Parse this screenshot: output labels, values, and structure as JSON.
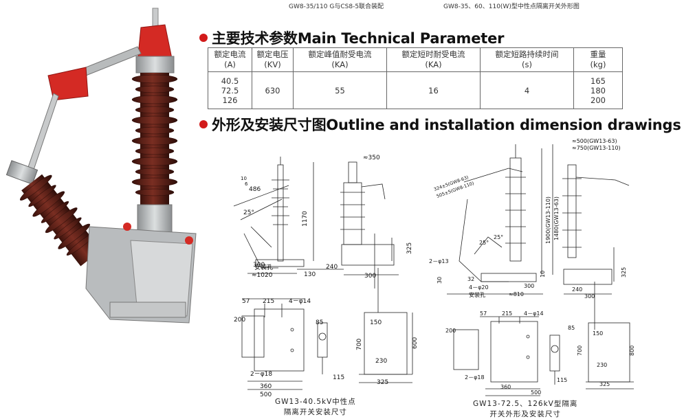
{
  "top_captions": {
    "left": "GW8-35/110 G与CS8-5联合装配",
    "right": "GW8-35、60、110(W)型中性点隔离开关外形图"
  },
  "section1": {
    "cn": "主要技术参数",
    "en": "Main Technical Parameter"
  },
  "section2": {
    "cn": "外形及安装尺寸图",
    "en": "Outline and installation dimension drawings"
  },
  "table": {
    "headers": [
      {
        "cn": "额定电流",
        "unit": "(A)"
      },
      {
        "cn": "额定电压",
        "unit": "(KV)"
      },
      {
        "cn": "额定峰值耐受电流",
        "unit": "(KA)"
      },
      {
        "cn": "额定短时耐受电流",
        "unit": "(KA)"
      },
      {
        "cn": "额定短路持续时间",
        "unit": "(s)"
      },
      {
        "cn": "重量",
        "unit": "(kg)"
      }
    ],
    "row": {
      "current": [
        "40.5",
        "72.5",
        "126"
      ],
      "voltage": "630",
      "peak": "55",
      "short_time": "16",
      "duration": "4",
      "weight": [
        "165",
        "180",
        "200"
      ]
    }
  },
  "drawing1": {
    "dims": {
      "d10": "10",
      "d6": "6",
      "d486": "486",
      "d25": "25°",
      "d1170": "1170",
      "d300": "300",
      "mount": "安装孔",
      "d1020": "≈1020",
      "d130": "130",
      "d240": "240",
      "d350": "≈350",
      "d300b": "300",
      "d325": "325",
      "d57": "57",
      "d215": "215",
      "d4phi14": "4－φ14",
      "d200": "200",
      "d85": "85",
      "d150": "150",
      "d700": "700",
      "d600": "600",
      "d230": "230",
      "d2phi18": "2－φ18",
      "d360": "360",
      "d500": "500",
      "d115": "115",
      "d325b": "325"
    },
    "caption": [
      "GW13-40.5kV中性点",
      "隔离开关安装尺寸"
    ]
  },
  "drawing2": {
    "dims": {
      "d500gw": "≈500(GW13-63)",
      "d750gw": "≈750(GW13-110)",
      "d324": "324±5(GW8-63)",
      "d505": "505±5(GW8-110)",
      "d1900": "1900(GW13-110)",
      "d1480": "1480(GW13-63)",
      "d25a": "25°",
      "d25b": "25°",
      "d2phi13": "2－φ13",
      "d30": "30",
      "d32": "32",
      "d4phi20": "4－φ20",
      "mount": "安装孔",
      "d810": "≈810",
      "d300": "300",
      "d10": "10",
      "d240": "240",
      "d300b": "300",
      "d325": "325",
      "d57": "57",
      "d215": "215",
      "d4phi14": "4－φ14",
      "d200": "200",
      "d85": "85",
      "d150": "150",
      "d700": "700",
      "d800": "800",
      "d230": "230",
      "d2phi18": "2－φ18",
      "d360": "360",
      "d500": "500",
      "d115": "115",
      "d325b": "325"
    },
    "caption": [
      "GW13-72.5、126kV型隔离",
      "开关外形及安装尺寸"
    ]
  },
  "colors": {
    "accent": "#d21a1a",
    "porcelain": "#5a1e14",
    "metal": "#a9acae"
  }
}
